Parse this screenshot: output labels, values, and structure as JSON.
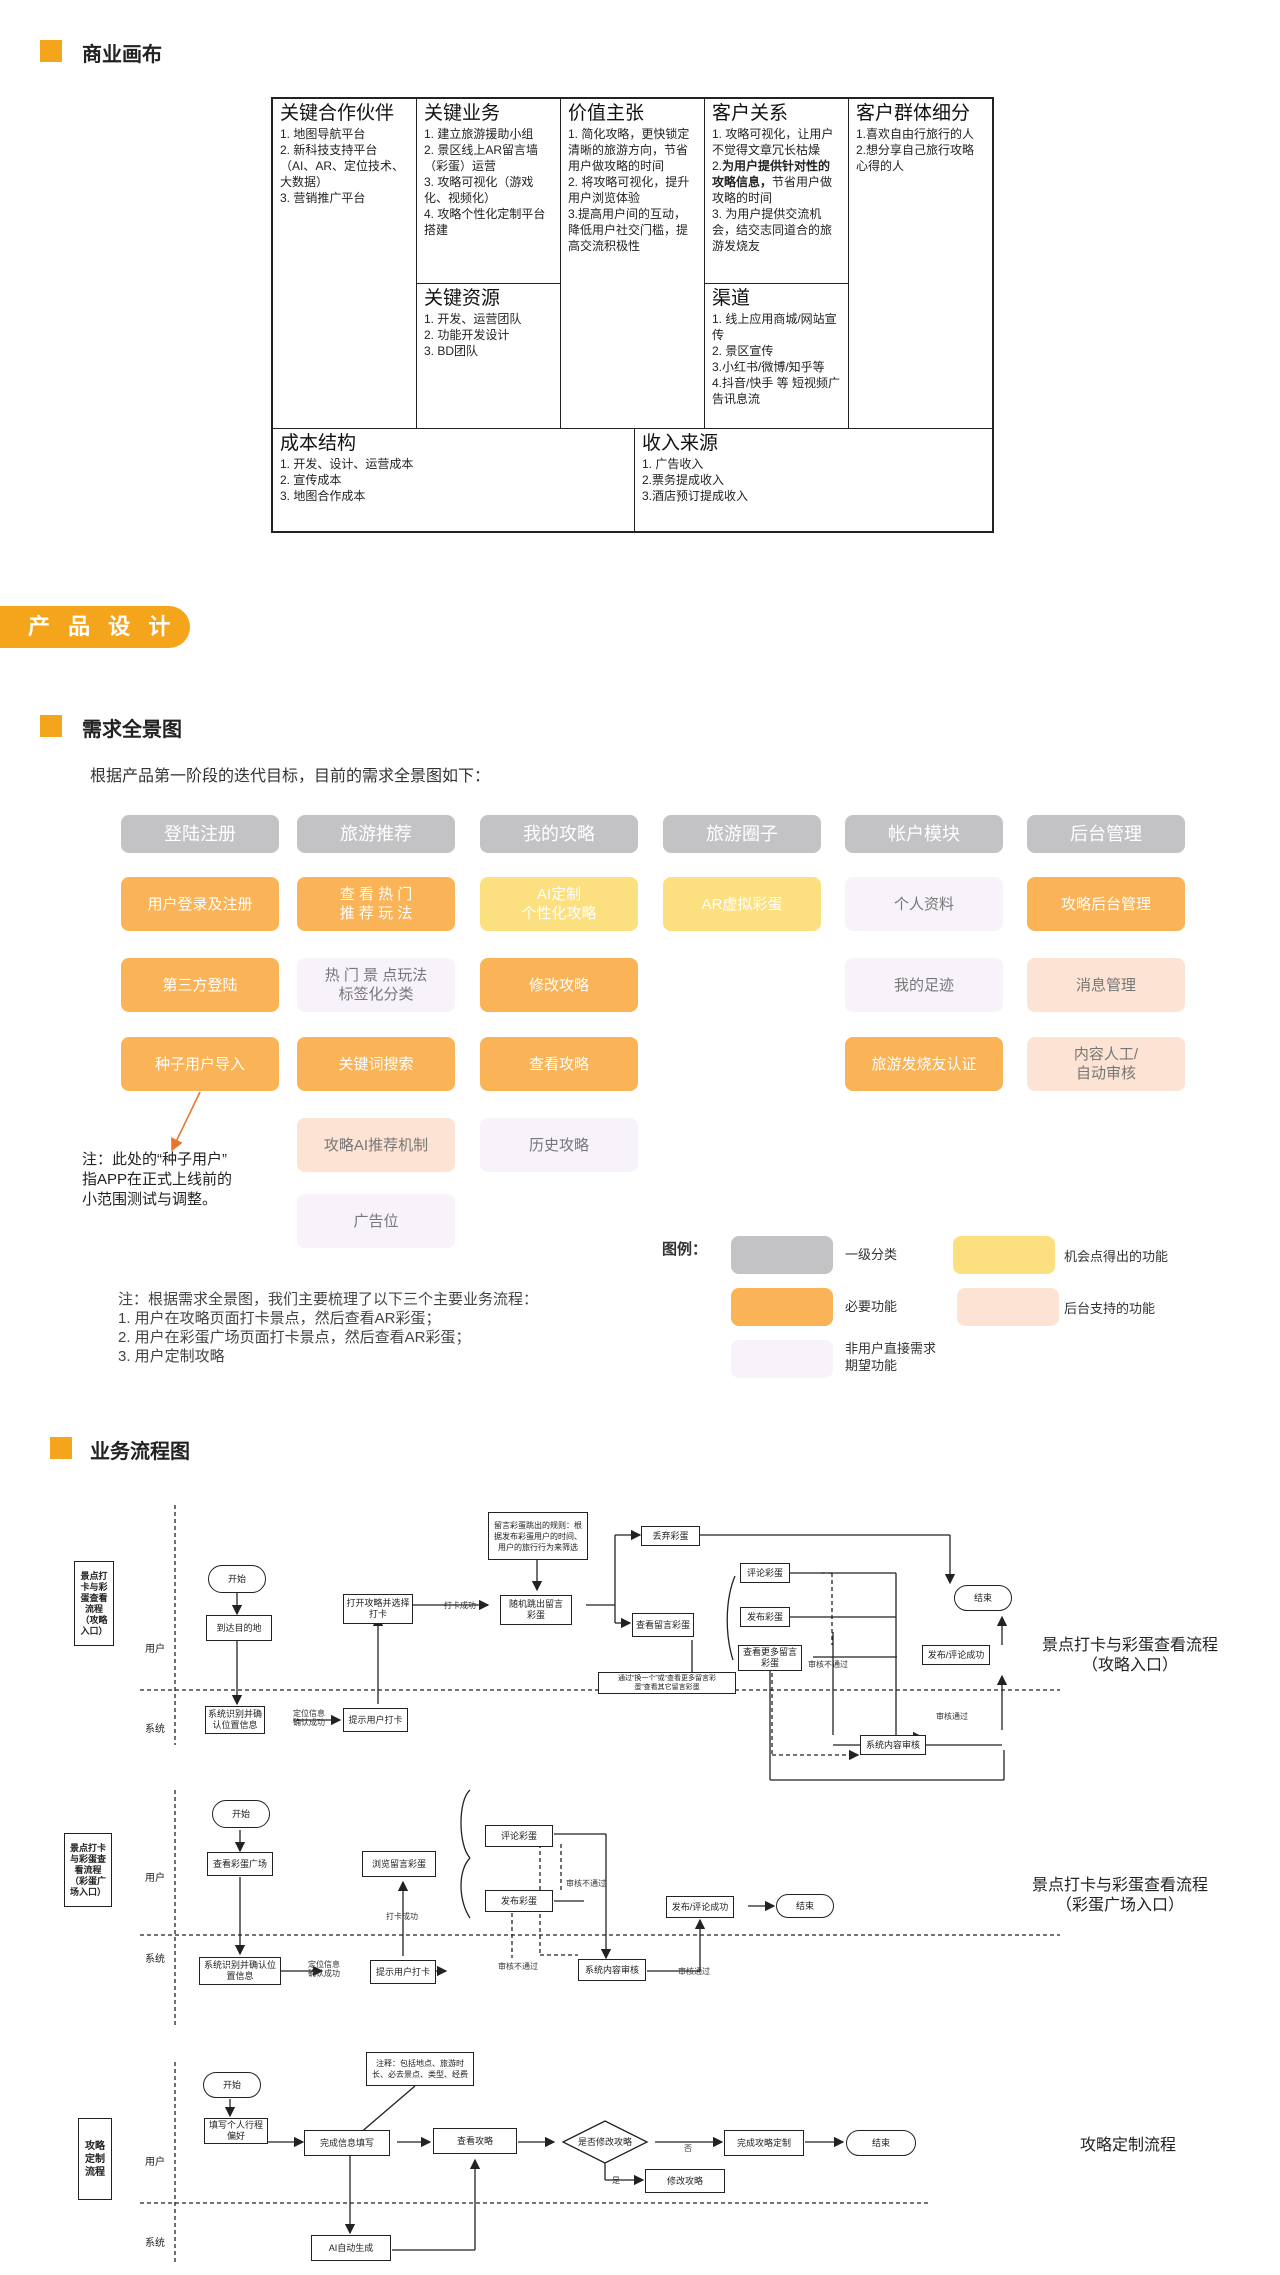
{
  "sections": {
    "business_canvas": "商业画布",
    "product_design": "产 品 设 计",
    "needs_map": "需求全景图",
    "business_flow": "业务流程图"
  },
  "canvas": {
    "partners": {
      "title": "关键合作伙伴",
      "body": "1. 地图导航平台\n2. 新科技支持平台\n（AI、AR、定位技术、大数据）\n3. 营销推广平台"
    },
    "activities": {
      "title": "关键业务",
      "body": "1. 建立旅游援助小组\n2. 景区线上AR留言墙（彩蛋）运营\n3. 攻略可视化（游戏化、视频化）\n4. 攻略个性化定制平台搭建"
    },
    "resources": {
      "title": "关键资源",
      "body": "1. 开发、运营团队\n2. 功能开发设计\n3. BD团队"
    },
    "value": {
      "title": "价值主张",
      "body": "1. 简化攻略，更快锁定清晰的旅游方向，节省用户做攻略的时间\n2. 将攻略可视化，提升用户浏览体验\n3.提高用户间的互动，降低用户社交门槛，提高交流积极性"
    },
    "relations": {
      "title": "客户关系",
      "body_1": "1. 攻略可视化，让用户不觉得文章冗长枯燥\n2.",
      "body_bold": "为用户提供针对性的攻略信息，",
      "body_2": "节省用户做攻略的时间\n3. 为用户提供交流机会，结交志同道合的旅游发烧友"
    },
    "channels": {
      "title": "渠道",
      "body": "1. 线上应用商城/网站宣传\n2. 景区宣传\n3.小红书/微博/知乎等\n4.抖音/快手 等 短视频广告讯息流"
    },
    "segments": {
      "title": "客户群体细分",
      "body": "1.喜欢自由行旅行的人\n2.想分享自己旅行攻略心得的人"
    },
    "cost": {
      "title": "成本结构",
      "body": "1. 开发、设计、运营成本\n2. 宣传成本\n3. 地图合作成本"
    },
    "revenue": {
      "title": "收入来源",
      "body": "1. 广告收入\n2.票务提成收入\n3.酒店预订提成收入"
    }
  },
  "needs": {
    "intro": "根据产品第一阶段的迭代目标，目前的需求全景图如下：",
    "columns": [
      {
        "header": "登陆注册",
        "items": [
          {
            "label": "用户登录及注册",
            "kind": "required"
          },
          {
            "label": "第三方登陆",
            "kind": "required"
          },
          {
            "label": "种子用户导入",
            "kind": "required"
          }
        ]
      },
      {
        "header": "旅游推荐",
        "items": [
          {
            "label": "查 看 热 门\n推 荐 玩 法",
            "kind": "required"
          },
          {
            "label": "热 门 景 点玩法\n标签化分类",
            "kind": "user"
          },
          {
            "label": "关键词搜索",
            "kind": "required"
          },
          {
            "label": "攻略AI推荐机制",
            "kind": "backend"
          },
          {
            "label": "广告位",
            "kind": "user"
          }
        ]
      },
      {
        "header": "我的攻略",
        "items": [
          {
            "label": "AI定制\n个性化攻略",
            "kind": "opportunity"
          },
          {
            "label": "修改攻略",
            "kind": "required"
          },
          {
            "label": "查看攻略",
            "kind": "required"
          },
          {
            "label": "历史攻略",
            "kind": "user"
          }
        ]
      },
      {
        "header": "旅游圈子",
        "items": [
          {
            "label": "AR虚拟彩蛋",
            "kind": "opportunity"
          }
        ]
      },
      {
        "header": "帐户模块",
        "items": [
          {
            "label": "个人资料",
            "kind": "user"
          },
          {
            "label": "我的足迹",
            "kind": "user"
          },
          {
            "label": "旅游发烧友认证",
            "kind": "required"
          }
        ]
      },
      {
        "header": "后台管理",
        "items": [
          {
            "label": "攻略后台管理",
            "kind": "required"
          },
          {
            "label": "消息管理",
            "kind": "backend"
          },
          {
            "label": "内容人工/\n自动审核",
            "kind": "backend"
          }
        ]
      }
    ],
    "seed_note": "注：此处的“种子用户”\n指APP在正式上线前的\n小范围测试与调整。",
    "legend": {
      "title": "图例：",
      "items": [
        {
          "label": "一级分类",
          "color": "#c3c3c5"
        },
        {
          "label": "机会点得出的功能",
          "color": "#fcdf7f"
        },
        {
          "label": "必要功能",
          "color": "#fbb357"
        },
        {
          "label": "后台支持的功能",
          "color": "#fde3d3"
        },
        {
          "label": "非用户直接需求\n期望功能",
          "color": "#f8f3fa"
        }
      ]
    },
    "flows_note": "注：根据需求全景图，我们主要梳理了以下三个主要业务流程：\n1. 用户在攻略页面打卡景点，然后查看AR彩蛋；\n2. 用户在彩蛋广场页面打卡景点，然后查看AR彩蛋；\n3. 用户定制攻略"
  },
  "flow1": {
    "vtitle": "景点打\n卡与彩\n蛋查看\n流程\n（攻略\n入口）",
    "title": "景点打卡与彩蛋查看流程\n（攻略入口）",
    "lane_user": "用户",
    "lane_system": "系统",
    "start": "开始",
    "arrive": "到达目的地",
    "open_checkin": "打开攻略并选择\n打卡",
    "checkin_ok": "打卡成功",
    "random_egg": "随机跳出留言\n彩蛋",
    "rule_note": "留言彩蛋跳出的规则：根\n据发布彩蛋用户的时间、\n用户的旅行行为来筛选",
    "discard": "丢弃彩蛋",
    "view_egg": "查看留言彩蛋",
    "comment": "评论彩蛋",
    "publish": "发布彩蛋",
    "more": "查看更多留言\n彩蛋",
    "swap_note": "通过“换一个”或“查看更多留言彩\n蛋”查看其它留言彩蛋",
    "sys_locate": "系统识别并确\n认位置信息",
    "loc_ok": "定位信息\n确认成功",
    "prompt": "提示用户打卡",
    "review": "系统内容审核",
    "reject": "审核不通过",
    "pass": "审核通过",
    "pub_comment": "发布/评论成功",
    "end": "结束"
  },
  "flow2": {
    "vtitle": "景点打卡\n与彩蛋查\n看流程\n（彩蛋广\n场入口）",
    "title": "景点打卡与彩蛋查看流程\n（彩蛋广场入口）",
    "lane_user": "用户",
    "lane_system": "系统",
    "start": "开始",
    "view_square": "查看彩蛋广场",
    "browse": "浏览留言彩蛋",
    "checkin_ok": "打卡成功",
    "comment": "评论彩蛋",
    "publish": "发布彩蛋",
    "sys_locate": "系统识别并确认位\n置信息",
    "loc_ok": "定位信息\n确认成功",
    "prompt": "提示用户打卡",
    "review": "系统内容审核",
    "reject1": "审核不通过",
    "reject2": "审核不通过",
    "pass": "审核通过",
    "pub_comment": "发布/评论成功",
    "end": "结束"
  },
  "flow3": {
    "vtitle": "攻略\n定制\n流程",
    "title": "攻略定制流程",
    "lane_user": "用户",
    "lane_system": "系统",
    "start": "开始",
    "fill": "填写个人行程\n偏好",
    "complete": "完成信息填写",
    "note": "注释：包括地点、旅游时\n长、必去景点、类型、经费",
    "view": "查看攻略",
    "decide": "是否修改攻略",
    "no": "否",
    "yes": "是",
    "done": "完成攻略定制",
    "modify": "修改攻略",
    "end": "结束",
    "ai": "AI自动生成"
  }
}
